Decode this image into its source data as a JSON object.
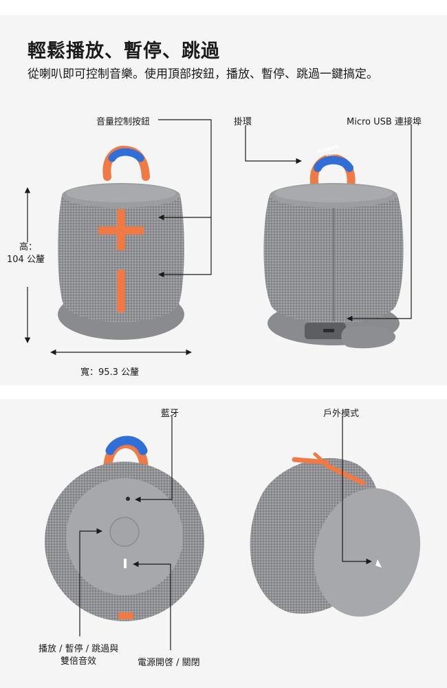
{
  "top": {
    "title": "輕鬆播放、暫停、跳過",
    "description": "從喇叭即可控制音樂。使用頂部按鈕，播放、暫停、跳過一鍵搞定。",
    "labels": {
      "volume": "音量控制按鈕",
      "loop": "掛環",
      "usb": "Micro USB 連接埠",
      "height_1": "高：",
      "height_2": "104 公釐",
      "width": "寬：95.3 公釐"
    },
    "strap_text_1": "ULTIMATE",
    "strap_text_2": "EARS"
  },
  "bottom": {
    "labels": {
      "bluetooth": "藍牙",
      "outdoor": "戶外模式",
      "play_1": "播放 / 暫停 / 跳過與",
      "play_2": "雙倍音效",
      "power": "電源開啓 / 關閉"
    }
  },
  "colors": {
    "panel_bg": "#f5f5f5",
    "fabric": "#8d8e91",
    "fabric_dark": "#76777a",
    "base": "#9a9b9e",
    "accent": "#f07a45",
    "strap_blue": "#2f6fd6",
    "line": "#1a1a1a"
  }
}
